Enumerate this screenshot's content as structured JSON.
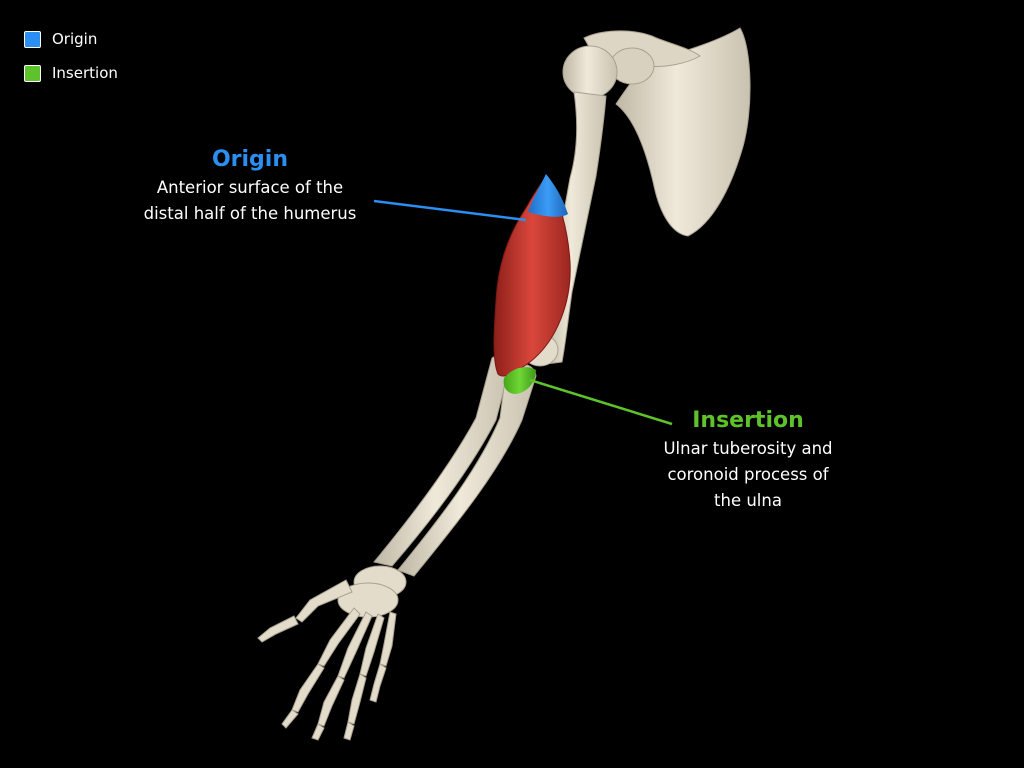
{
  "legend": {
    "items": [
      {
        "label": "Origin",
        "color": "#2a8ff0"
      },
      {
        "label": "Insertion",
        "color": "#5ec32a"
      }
    ]
  },
  "callouts": {
    "origin": {
      "title": "Origin",
      "lines": [
        "Anterior surface of the",
        "distal half of the humerus"
      ],
      "color": "#2a8ff0"
    },
    "insertion": {
      "title": "Insertion",
      "lines": [
        "Ulnar tuberosity and",
        "coronoid process of",
        "the ulna"
      ],
      "color": "#5ec32a"
    }
  },
  "colors": {
    "background": "#000000",
    "bone": "#e8e2d2",
    "muscle": "#c7352c"
  }
}
